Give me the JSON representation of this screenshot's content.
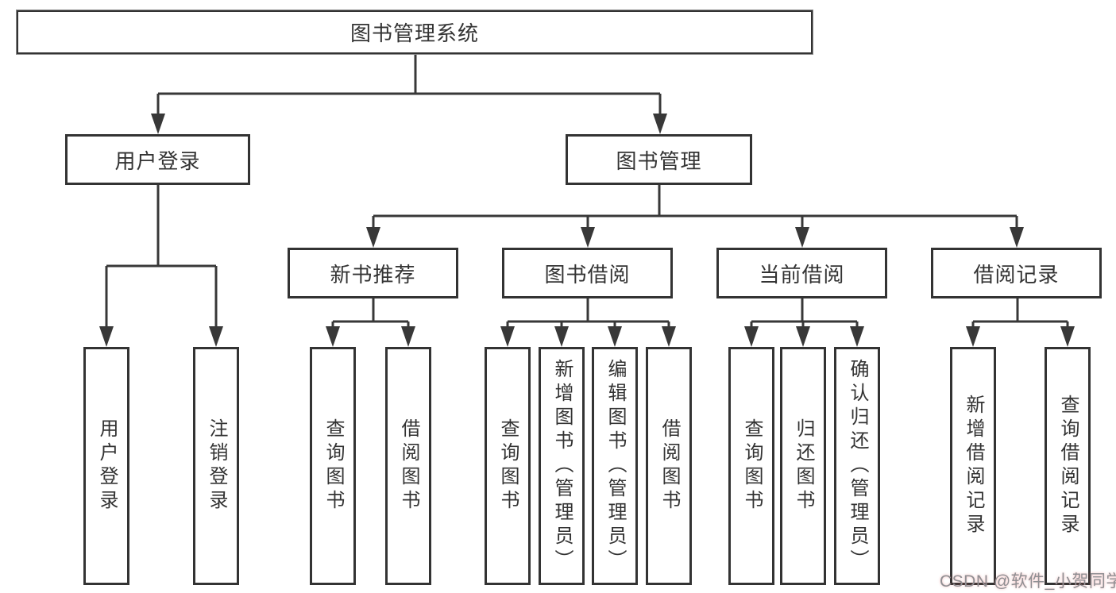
{
  "diagram": {
    "root": {
      "label": "图书管理系统"
    },
    "children": [
      {
        "label": "用户登录",
        "children": [
          {
            "label": "用户登录"
          },
          {
            "label": "注销登录"
          }
        ]
      },
      {
        "label": "图书管理",
        "children": [
          {
            "label": "新书推荐",
            "children": [
              {
                "label": "查询图书"
              },
              {
                "label": "借阅图书"
              }
            ]
          },
          {
            "label": "图书借阅",
            "children": [
              {
                "label": "查询图书"
              },
              {
                "label": "新增图书（管理员）"
              },
              {
                "label": "编辑图书（管理员）"
              },
              {
                "label": "借阅图书"
              }
            ]
          },
          {
            "label": "当前借阅",
            "children": [
              {
                "label": "查询图书"
              },
              {
                "label": "归还图书"
              },
              {
                "label": "确认归还（管理员）"
              }
            ]
          },
          {
            "label": "借阅记录",
            "children": [
              {
                "label": "新增借阅记录"
              },
              {
                "label": "查询借阅记录"
              }
            ]
          }
        ]
      }
    ]
  },
  "watermark": {
    "text": "CSDN @软件_小贺同学",
    "color": "#8f8f93"
  },
  "colors": {
    "line": "#383838",
    "box_border": "#333333",
    "text": "#333333",
    "background": "#ffffff"
  }
}
